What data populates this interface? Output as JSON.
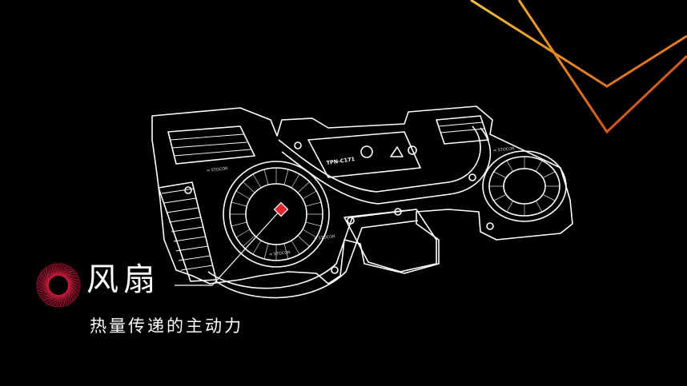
{
  "heading": {
    "title": "风扇",
    "subtitle": "热量传递的主动力"
  },
  "model_label": "TPN-C171",
  "icons": {
    "ring": "radial-ring-icon",
    "marker": "red-diamond-marker-icon"
  },
  "colors": {
    "background": "#000000",
    "line": "#ffffff",
    "accent_red": "#e6262c",
    "stripe_orange": "#e07b1a",
    "stripe_yellow": "#f2b233",
    "ring_red": "#c8102e"
  }
}
